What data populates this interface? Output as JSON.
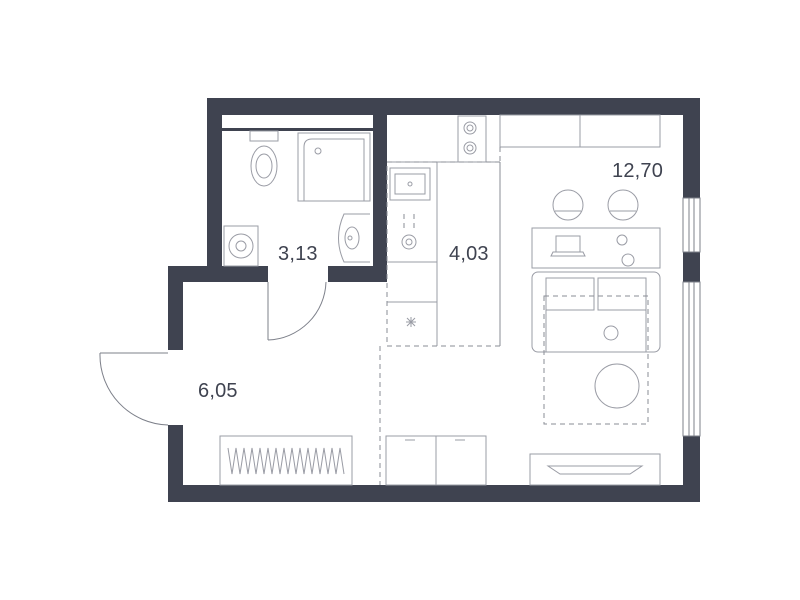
{
  "rooms": {
    "bathroom": {
      "area": "3,13"
    },
    "kitchen": {
      "area": "4,03"
    },
    "living": {
      "area": "12,70"
    },
    "hallway": {
      "area": "6,05"
    }
  },
  "colors": {
    "wall": "#3f4350",
    "fixture_line": "#9a9ca5",
    "label": "#3f4350"
  },
  "icons": [
    "toilet-icon",
    "shower-icon",
    "washbasin-icon",
    "washing-machine-icon",
    "stove-icon",
    "sink-icon",
    "faucet-icon",
    "fridge-icon",
    "dining-table-icon",
    "chair-icon",
    "sofa-icon",
    "coffee-table-icon",
    "desk-icon",
    "tv-unit-icon",
    "wardrobe-icon",
    "window-icon"
  ]
}
